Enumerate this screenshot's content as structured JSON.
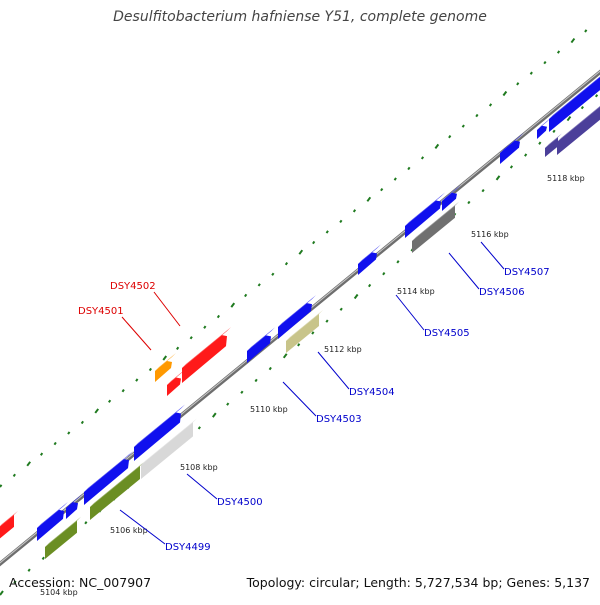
{
  "map": {
    "title": "Desulfitobacterium hafniense Y51, complete genome",
    "accession": "Accession: NC_007907",
    "genome_info": "Topology: circular; Length: 5,727,534 bp; Genes: 5,137"
  },
  "colors": {
    "background": "#ffffff",
    "backbone": "#888888",
    "tick": "#1f7a1f",
    "red": "#ff1a1a",
    "orange": "#ff9900",
    "blue": "#1010ee",
    "gray": "#707070",
    "lightgray": "#d8d8d8",
    "olive": "#6b8e23",
    "khaki": "#c8c48a",
    "slate": "#4b3f9a",
    "label_blue": "#0000cc",
    "label_red": "#dd0000"
  },
  "scale": {
    "labels": [
      "5104 kbp",
      "5106 kbp",
      "5108 kbp",
      "5110 kbp",
      "5112 kbp",
      "5114 kbp",
      "5116 kbp",
      "5118 kbp"
    ]
  },
  "genes": [
    {
      "label": "DSY4499",
      "color": "label_blue"
    },
    {
      "label": "DSY4500",
      "color": "label_blue"
    },
    {
      "label": "DSY4501",
      "color": "label_red"
    },
    {
      "label": "DSY4502",
      "color": "label_red"
    },
    {
      "label": "DSY4503",
      "color": "label_blue"
    },
    {
      "label": "DSY4504",
      "color": "label_blue"
    },
    {
      "label": "DSY4505",
      "color": "label_blue"
    },
    {
      "label": "DSY4506",
      "color": "label_blue"
    },
    {
      "label": "DSY4507",
      "color": "label_blue"
    }
  ]
}
